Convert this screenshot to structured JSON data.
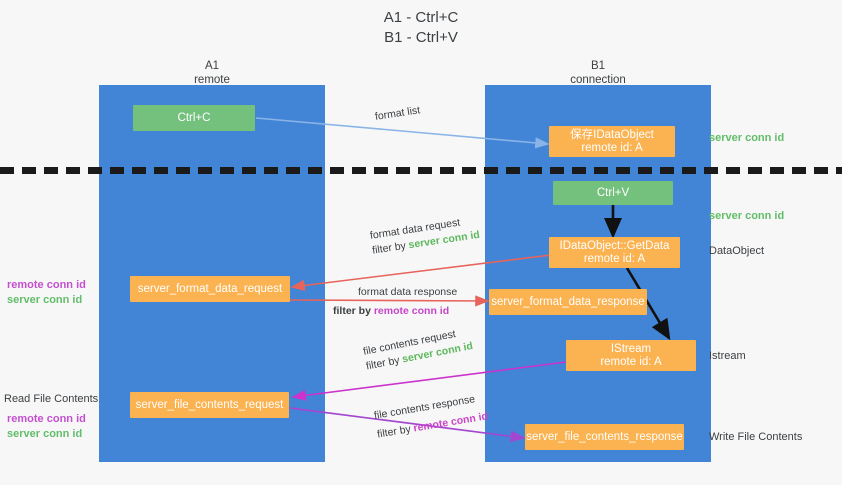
{
  "title": {
    "line1": "A1 - Ctrl+C",
    "line2": "B1 - Ctrl+V"
  },
  "lanes": [
    {
      "name": "A1",
      "sub": "remote"
    },
    {
      "name": "B1",
      "sub": "connection"
    }
  ],
  "nodes": {
    "ctrl_c": {
      "label": "Ctrl+C"
    },
    "save_idataobject": {
      "line1": "保存IDataObject",
      "line2": "remote id: A"
    },
    "ctrl_v": {
      "label": "Ctrl+V"
    },
    "getdata": {
      "line1": "IDataObject::GetData",
      "line2": "remote id: A"
    },
    "server_format_data_request": {
      "label": "server_format_data_request"
    },
    "server_format_data_response": {
      "label": "server_format_data_response"
    },
    "istream": {
      "line1": "IStream",
      "line2": "remote id: A"
    },
    "server_file_contents_request": {
      "label": "server_file_contents_request"
    },
    "server_file_contents_response": {
      "label": "server_file_contents_response"
    }
  },
  "edges": {
    "format_list": {
      "text": "format list"
    },
    "format_data_request": {
      "text": "format data request",
      "filter_prefix": "filter by ",
      "filter_key": "server conn id"
    },
    "format_data_response": {
      "text": "format data response",
      "filter_prefix": "filter by ",
      "filter_key": "remote conn id"
    },
    "file_contents_request": {
      "text": "file contents request",
      "filter_prefix": "filter by ",
      "filter_key": "server conn id"
    },
    "file_contents_response": {
      "text": "file contents response",
      "filter_prefix": "filter by ",
      "filter_key": "remote conn id"
    }
  },
  "right_labels": {
    "server_conn_id_top": "server conn id",
    "server_conn_id_mid": "server conn id",
    "dataobject": "DataObject",
    "istream": "Istream",
    "write_file_contents": "Write File Contents"
  },
  "left_labels": {
    "conn_ids_upper": {
      "remote": "remote conn id",
      "server": "server conn id"
    },
    "read_file_contents": "Read File Contents",
    "conn_ids_lower": {
      "remote": "remote conn id",
      "server": "server conn id"
    }
  },
  "colors": {
    "lane": "#4285d6",
    "green_node": "#74c17d",
    "orange_node": "#fbb250",
    "green_text": "#5cb85c",
    "purple_text": "#c844c8",
    "blue_arrow": "#8ab4e8",
    "red_arrow": "#e8635a",
    "magenta_arrow": "#cc33cc",
    "purple_arrow": "#a347d1",
    "black_arrow": "#111111"
  }
}
